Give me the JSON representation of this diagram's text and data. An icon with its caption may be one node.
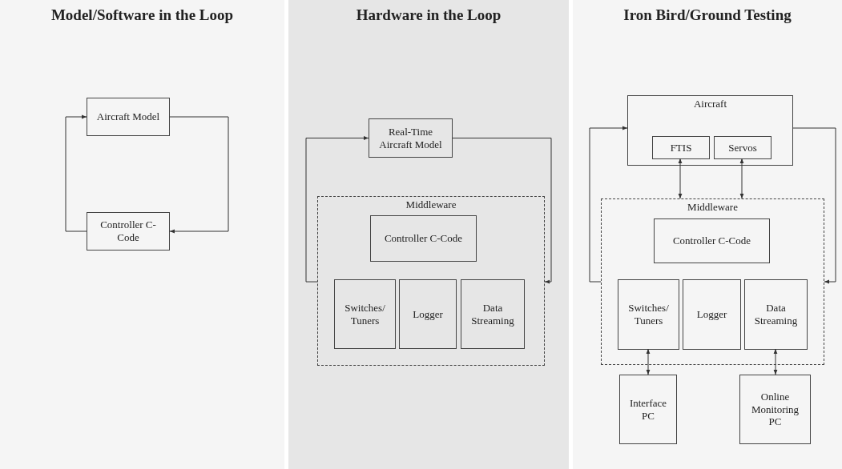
{
  "diagram": {
    "nodes": [
      {
        "text": [
          "Model/Software in the Loop"
        ]
      },
      {
        "text": [
          "Aircraft Model"
        ],
        "in": 0
      },
      {
        "text": [
          "Controller C-Code"
        ],
        "in": 0
      },
      {
        "text": [
          "Hardware in the Loop"
        ]
      },
      {
        "text": [
          "Real-Time Aircraft Model"
        ],
        "in": 3
      },
      {
        "text": [
          "Middleware"
        ],
        "in": 3
      },
      {
        "text": [
          "Controller C-Code"
        ],
        "in": 5
      },
      {
        "text": [
          "Switches/ Tuners"
        ],
        "in": 5
      },
      {
        "text": [
          "Logger"
        ],
        "in": 5
      },
      {
        "text": [
          "Data Streaming"
        ],
        "in": 5
      },
      {
        "text": [
          "Iron Bird/Ground Testing"
        ]
      },
      {
        "text": [
          "Aircraft"
        ],
        "in": 10
      },
      {
        "text": [
          "FTIS"
        ],
        "in": 11
      },
      {
        "text": [
          "Servos"
        ],
        "in": 11
      },
      {
        "text": [
          "Middleware"
        ],
        "in": 10
      },
      {
        "text": [
          "Controller C-Code"
        ],
        "in": 14
      },
      {
        "text": [
          "Switches/ Tuners"
        ],
        "in": 14
      },
      {
        "text": [
          "Logger"
        ],
        "in": 14
      },
      {
        "text": [
          "Data Streaming"
        ],
        "in": 14
      },
      {
        "text": [
          "Interface PC"
        ],
        "in": 10
      },
      {
        "text": [
          "Online Monitoring PC"
        ],
        "in": 10
      }
    ],
    "edges": [
      {
        "from": 1,
        "to": 2,
        "arrow": "to"
      },
      {
        "from": 2,
        "to": 1,
        "arrow": "to"
      },
      {
        "from": 4,
        "to": 5,
        "arrow": "to"
      },
      {
        "from": 5,
        "to": 4,
        "arrow": "to"
      },
      {
        "from": 11,
        "to": 14,
        "arrow": "to"
      },
      {
        "from": 14,
        "to": 11,
        "arrow": "to"
      },
      {
        "from": 12,
        "to": 14,
        "arrow": "both"
      },
      {
        "from": 13,
        "to": 14,
        "arrow": "both"
      },
      {
        "from": 16,
        "to": 19,
        "arrow": "both"
      },
      {
        "from": 18,
        "to": 20,
        "arrow": "both"
      }
    ]
  }
}
